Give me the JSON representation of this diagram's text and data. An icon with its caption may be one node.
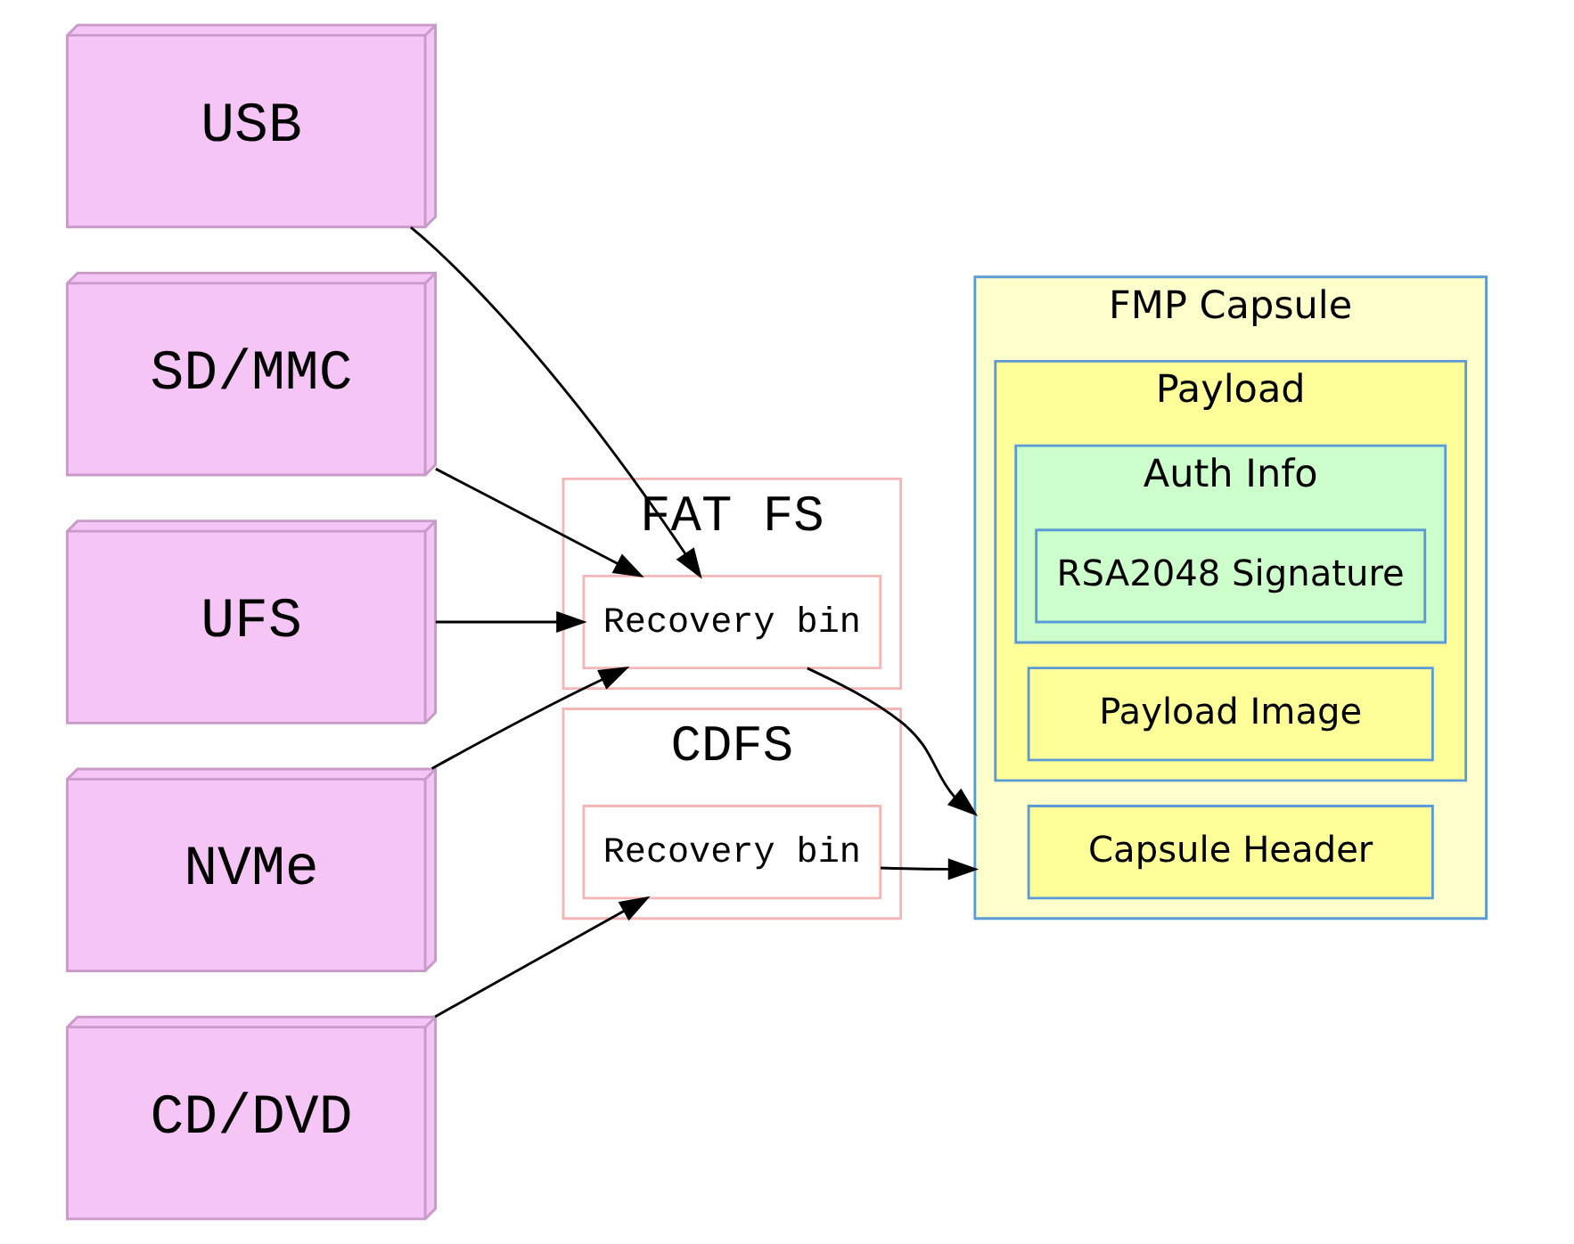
{
  "diagram": {
    "nodes": [
      {
        "text": [
          "USB"
        ]
      },
      {
        "text": [
          "SD/MMC"
        ]
      },
      {
        "text": [
          "UFS"
        ]
      },
      {
        "text": [
          "NVMe"
        ]
      },
      {
        "text": [
          "CD/DVD"
        ]
      },
      {
        "text": [
          "FAT FS"
        ]
      },
      {
        "text": [
          "Recovery bin"
        ],
        "in": 5
      },
      {
        "text": [
          "CDFS"
        ]
      },
      {
        "text": [
          "Recovery bin"
        ],
        "in": 7
      },
      {
        "text": [
          "FMP Capsule"
        ]
      },
      {
        "text": [
          "Capsule Header"
        ],
        "in": 9
      },
      {
        "text": [
          "Payload"
        ],
        "in": 9
      },
      {
        "text": [
          "Auth Info"
        ],
        "in": 11
      },
      {
        "text": [
          "RSA2048 Signature"
        ],
        "in": 12
      },
      {
        "text": [
          "Payload Image"
        ],
        "in": 11
      }
    ],
    "edges": [
      {
        "from": 0,
        "to": 6,
        "arrow": "to"
      },
      {
        "from": 1,
        "to": 6,
        "arrow": "to"
      },
      {
        "from": 2,
        "to": 6,
        "arrow": "to"
      },
      {
        "from": 3,
        "to": 6,
        "arrow": "to"
      },
      {
        "from": 4,
        "to": 8,
        "arrow": "to"
      },
      {
        "from": 6,
        "to": 9,
        "arrow": "to"
      },
      {
        "from": 8,
        "to": 9,
        "arrow": "to"
      }
    ]
  }
}
